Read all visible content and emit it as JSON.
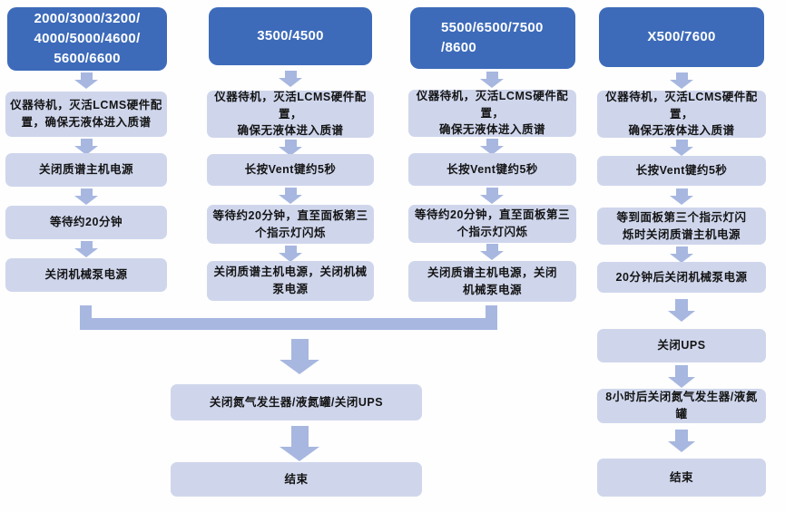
{
  "diagram": {
    "type": "flowchart",
    "subject": "LCMS instrument shutdown procedures by model group"
  },
  "colors": {
    "header_bg": "#3d6bba",
    "header_text": "#ffffff",
    "step_bg": "#cfd6ec",
    "step_text": "#141414",
    "arrow": "#a7b7e0"
  },
  "columns": [
    {
      "header": "2000/3000/3200/\n4000/5000/4600/\n5600/6600",
      "steps": [
        "仪器待机，灭活LCMS硬件配\n置，确保无液体进入质谱",
        "关闭质谱主机电源",
        "等待约20分钟",
        "关闭机械泵电源"
      ]
    },
    {
      "header": "3500/4500",
      "steps": [
        "仪器待机，灭活LCMS硬件配置，\n确保无液体进入质谱",
        "长按Vent键约5秒",
        "等待约20分钟，直至面板第三\n个指示灯闪烁",
        "关闭质谱主机电源，关闭机械\n泵电源"
      ]
    },
    {
      "header": "5500/6500/7500\n/8600",
      "steps": [
        "仪器待机，灭活LCMS硬件配置，\n确保无液体进入质谱",
        "长按Vent键约5秒",
        "等待约20分钟，直至面板第三\n个指示灯闪烁",
        "关闭质谱主机电源，关闭\n机械泵电源"
      ]
    },
    {
      "header": "X500/7600",
      "steps": [
        "仪器待机，灭活LCMS硬件配置，\n确保无液体进入质谱",
        "长按Vent键约5秒",
        "等到面板第三个指示灯闪\n烁时关闭质谱主机电源",
        "20分钟后关闭机械泵电源",
        "关闭UPS",
        "8小时后关闭氮气发生器/液氮罐",
        "结束"
      ]
    }
  ],
  "shared_path": {
    "steps": [
      "关闭氮气发生器/液氮罐/关闭UPS",
      "结束"
    ]
  }
}
